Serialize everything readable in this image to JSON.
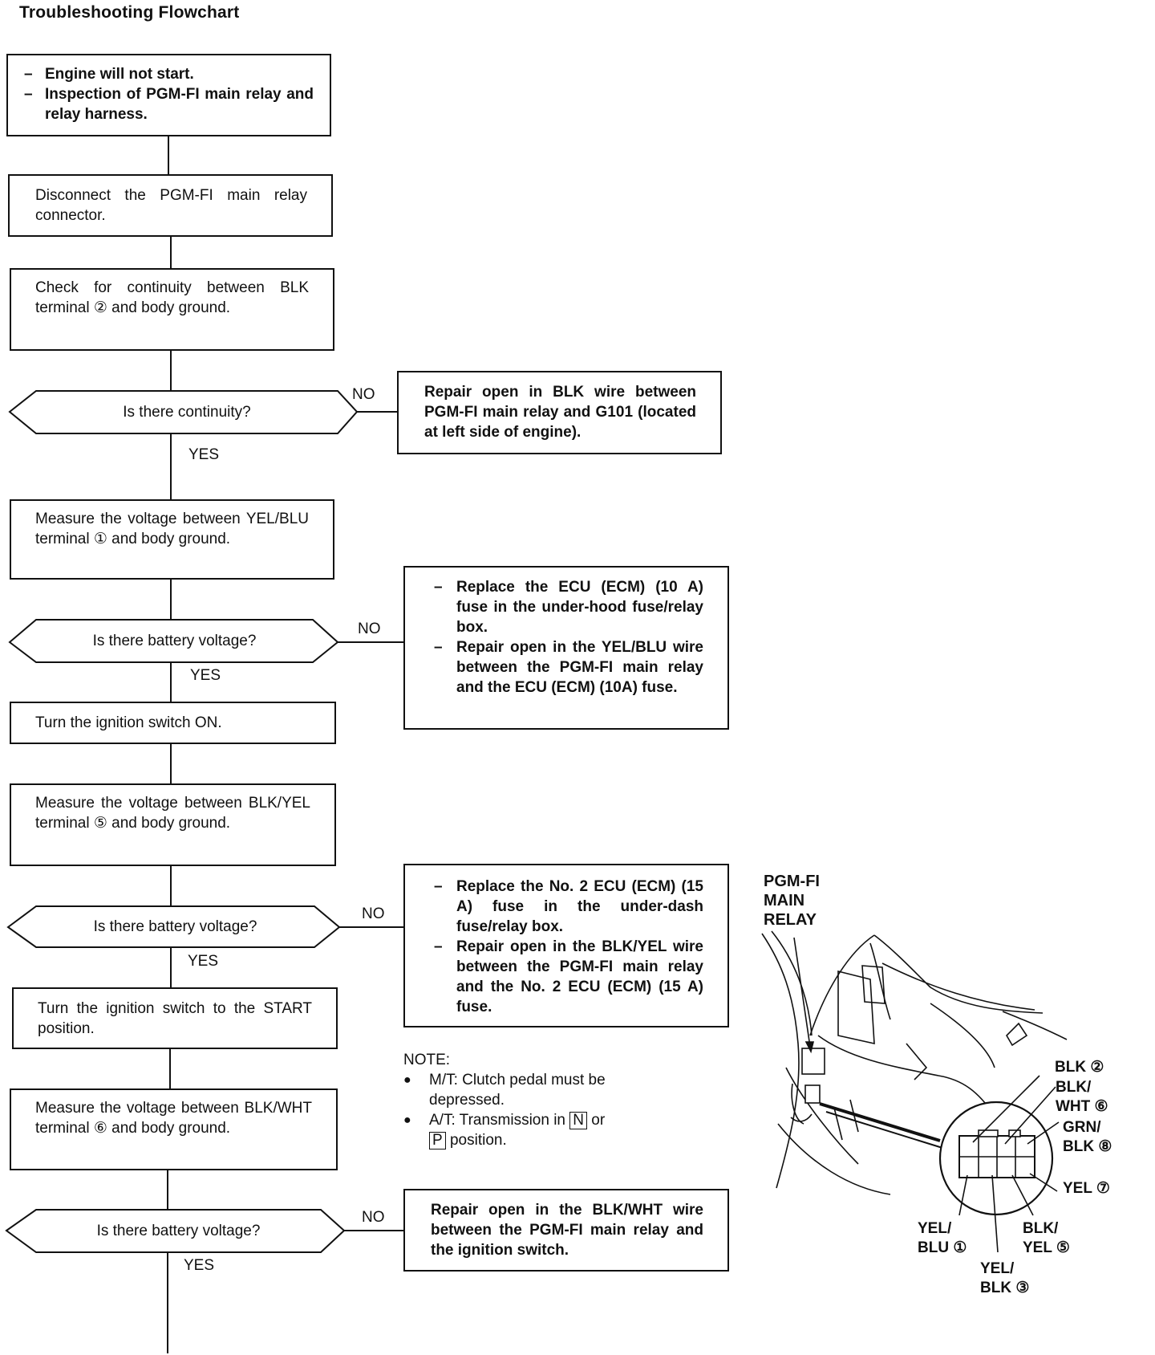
{
  "title": "Troubleshooting Flowchart",
  "steps": {
    "start": [
      "Engine will not start.",
      "Inspection of PGM-FI main relay and relay harness."
    ],
    "disconnect": "Disconnect the PGM-FI main relay connector.",
    "check_continuity": "Check for continuity between BLK terminal ② and body ground.",
    "q_continuity": "Is there continuity?",
    "measure_yel_blu": "Measure the voltage between YEL/BLU terminal ① and body ground.",
    "q_battery_1": "Is there battery voltage?",
    "turn_on": "Turn the ignition switch ON.",
    "measure_blk_yel": "Measure the voltage between BLK/YEL terminal ⑤ and body ground.",
    "q_battery_2": "Is there battery voltage?",
    "turn_start": "Turn the ignition switch to the START position.",
    "measure_blk_wht": "Measure the voltage between BLK/WHT terminal ⑥ and body ground.",
    "q_battery_3": "Is there battery voltage?"
  },
  "actions": {
    "repair_blk": "Repair open in BLK wire between PGM-FI main relay and G101 (located at left side of engine).",
    "fix_yel_blu": [
      "Replace the ECU (ECM) (10 A) fuse in the under-hood fuse/relay box.",
      "Repair open in the YEL/BLU wire between the PGM-FI main relay and the ECU (ECM) (10A) fuse."
    ],
    "fix_blk_yel": [
      "Replace the No. 2 ECU (ECM) (15 A) fuse in the under-dash fuse/relay box.",
      "Repair open in the BLK/YEL wire between the PGM-FI main relay and the No. 2 ECU (ECM) (15 A) fuse."
    ],
    "repair_blk_wht": "Repair open in the BLK/WHT wire between the PGM-FI main relay and the ignition switch."
  },
  "labels": {
    "yes": "YES",
    "no": "NO",
    "dash": "–"
  },
  "note": {
    "heading": "NOTE:",
    "mt": "M/T: Clutch pedal must be depressed.",
    "at_prefix": "A/T: Transmission in",
    "at_n": "N",
    "at_or": "or",
    "at_p": "P",
    "at_suffix": "position."
  },
  "illustration": {
    "relay_label": [
      "PGM-FI",
      "MAIN",
      "RELAY"
    ],
    "wires": {
      "blk": "BLK ②",
      "blk_wht": [
        "BLK/",
        "WHT ⑥"
      ],
      "grn_blk": [
        "GRN/",
        "BLK ⑧"
      ],
      "yel": "YEL ⑦",
      "yel_blu": [
        "YEL/",
        "BLU ①"
      ],
      "blk_yel": [
        "BLK/",
        "YEL ⑤"
      ],
      "yel_blk": [
        "YEL/",
        "BLK ③"
      ]
    }
  }
}
